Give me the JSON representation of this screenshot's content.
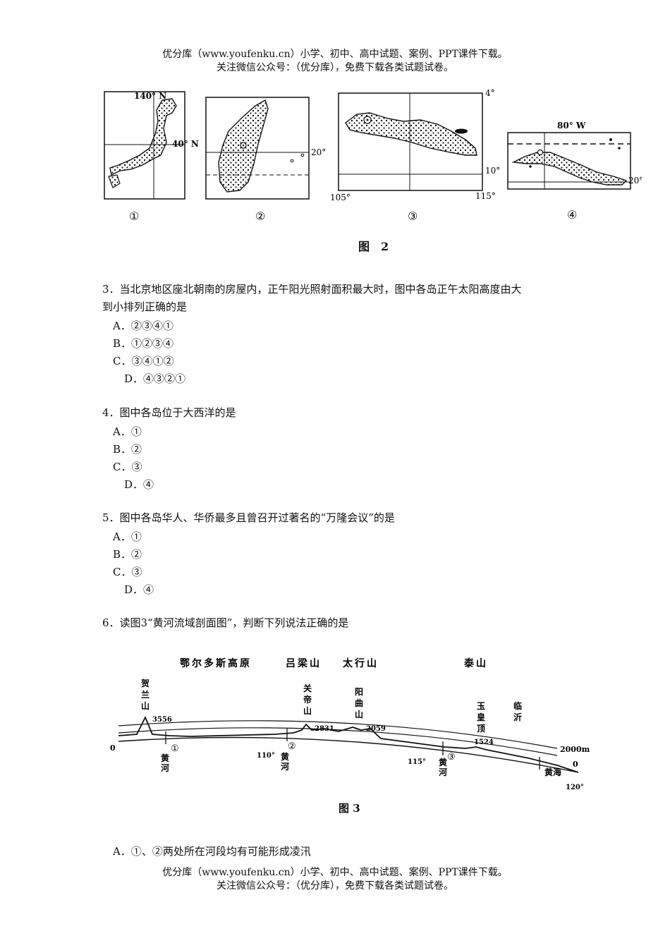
{
  "header": {
    "line1": "优分库（www.youfenku.cn）小学、初中、高中试题、案例、PPT课件下载。",
    "line2": "关注微信公众号：（优分库），免费下载各类试题试卷。"
  },
  "footer": {
    "line1": "优分库（www.youfenku.cn）小学、初中、高中试题、案例、PPT课件下载。",
    "line2": "关注微信公众号：（优分库），免费下载各类试题试卷。"
  },
  "figure2": {
    "caption": "图　2",
    "map1": {
      "lon": "140° N",
      "lat": "40° N",
      "num": "①"
    },
    "map2": {
      "lat": "20°",
      "num": "②"
    },
    "map3": {
      "top": "4°",
      "lat": "10°",
      "lon_left": "105°",
      "lon_right": "115°",
      "num": "③"
    },
    "map4": {
      "lon": "80° W",
      "lat": "20°",
      "num": "④"
    }
  },
  "questions": [
    {
      "stem_l1": "3．当北京地区座北朝南的房屋内，正午阳光照射面积最大时，图中各岛正午太阳高度由大",
      "stem_l2": "到小排列正确的是",
      "options": [
        "A．②③④①",
        "B．①②③④",
        "C．③④①②",
        "D．④③②①"
      ]
    },
    {
      "stem_l1": "4．图中各岛位于大西洋的是",
      "options": [
        "A．①",
        "B．②",
        "C．③",
        "D．④"
      ]
    },
    {
      "stem_l1": "5．图中各岛华人、华侨最多且曾召开过著名的“万隆会议”的是",
      "options": [
        "A．①",
        "B．②",
        "C．③",
        "D．④"
      ]
    },
    {
      "stem_l1": "6．读图3“黄河流域剖面图”，判断下列说法正确的是"
    }
  ],
  "figure3": {
    "caption": "图 3",
    "regions": [
      "鄂尔多斯高原",
      "吕梁山",
      "太行山",
      "泰山"
    ],
    "helan": [
      "贺",
      "兰",
      "山"
    ],
    "helan_h": "3556",
    "guandi": [
      "关",
      "帝",
      "山"
    ],
    "guandi_h": "2831",
    "yangqu": [
      "阳",
      "曲",
      "山"
    ],
    "yangqu_h": "2059",
    "yuhuang": [
      "玉",
      "皇",
      "顶"
    ],
    "yuhuang_h": "1524",
    "linyi": [
      "临",
      "沂"
    ],
    "zero_left": "0",
    "zero_right": "0",
    "h2000": "2000m",
    "lon110": "110°",
    "lon115": "115°",
    "lon120": "120°",
    "river": [
      "黄",
      "河"
    ],
    "n1": "①",
    "n2": "②",
    "n3": "③",
    "huanghai": "黄海"
  },
  "answer6a": "A．①、②两处所在河段均有可能形成凌汛"
}
